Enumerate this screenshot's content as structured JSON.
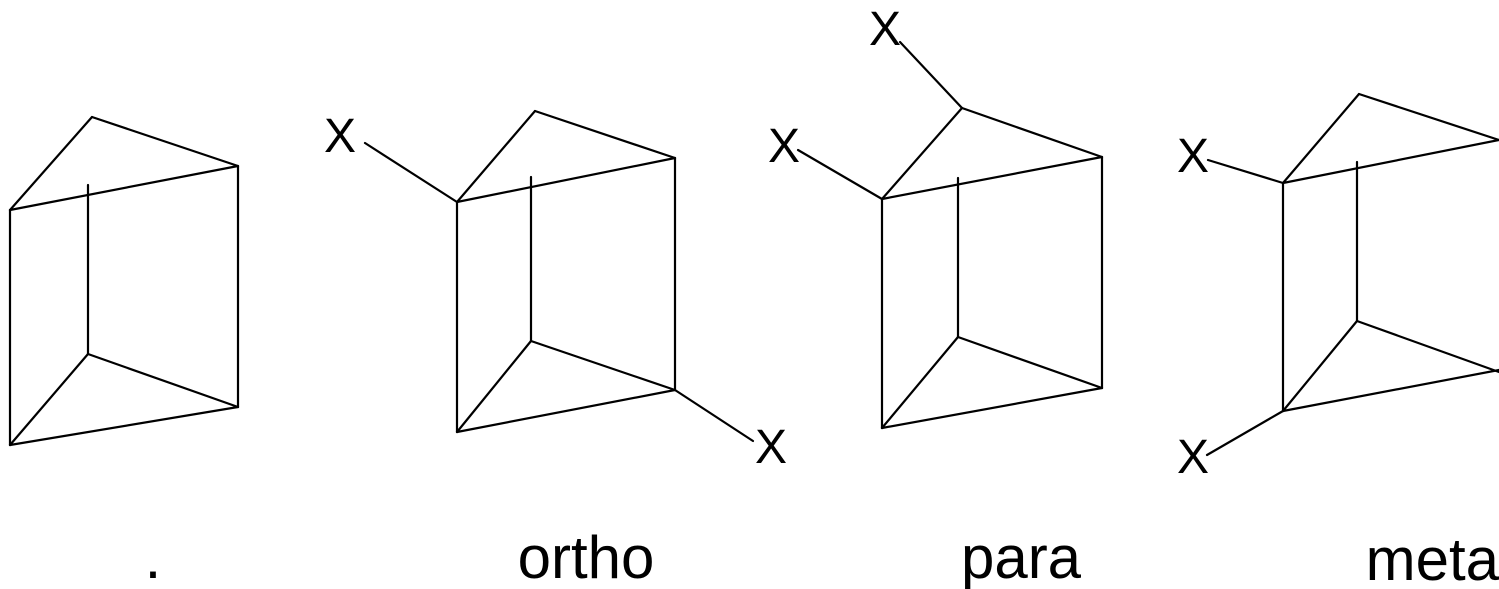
{
  "prisms": [
    {
      "id": "unsubstituted",
      "caption": ".",
      "substituents": []
    },
    {
      "id": "ortho",
      "caption": "ortho",
      "substituents": [
        "X",
        "X"
      ]
    },
    {
      "id": "para",
      "caption": "para",
      "substituents": [
        "X",
        "X"
      ]
    },
    {
      "id": "meta",
      "caption": "meta",
      "substituents": [
        "X",
        "X"
      ]
    }
  ],
  "colors": {
    "line": "#000000",
    "background": "#ffffff"
  }
}
